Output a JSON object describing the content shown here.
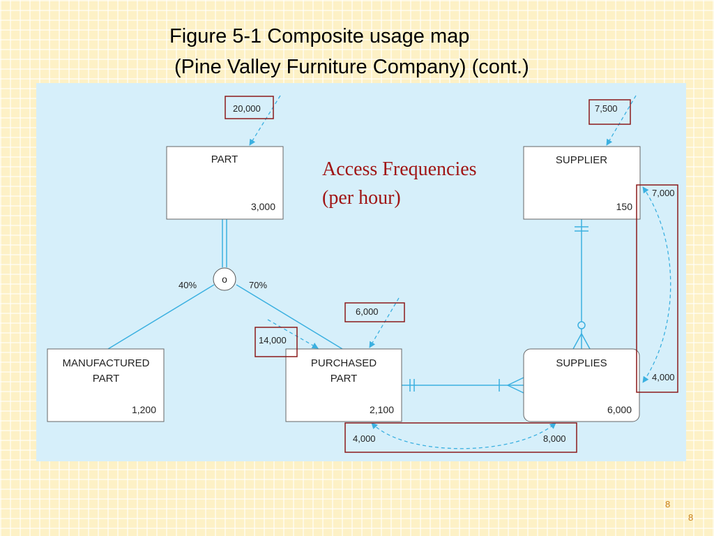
{
  "slide": {
    "title_line1": "Figure 5-1 Composite usage map",
    "title_line2": "(Pine Valley Furniture Company) (cont.)",
    "page_number_a": "8",
    "page_number_b": "8"
  },
  "annotation": {
    "line1": "Access Frequencies",
    "line2": "(per hour)"
  },
  "entities": {
    "part": {
      "name": "PART",
      "volume": "3,000"
    },
    "supplier": {
      "name": "SUPPLIER",
      "volume": "150"
    },
    "manufactured_part": {
      "name_line1": "MANUFACTURED",
      "name_line2": "PART",
      "volume": "1,200"
    },
    "purchased_part": {
      "name_line1": "PURCHASED",
      "name_line2": "PART",
      "volume": "2,100"
    },
    "supplies": {
      "name": "SUPPLIES",
      "volume": "6,000"
    }
  },
  "subtype": {
    "symbol": "o",
    "pct_manufactured": "40%",
    "pct_purchased": "70%"
  },
  "access_frequencies": {
    "part_direct": "20,000",
    "supplier_direct": "7,500",
    "purchased_part_direct": "6,000",
    "part_to_purchased_part": "14,000",
    "supplier_to_supplies": "7,000",
    "supplies_to_supplier": "4,000",
    "supplies_to_purchased_part": "4,000",
    "purchased_part_to_supplies": "8,000"
  },
  "colors": {
    "background": "#fdf1c6",
    "panel": "#d6effa",
    "highlight_box": "#8b1a1a",
    "connector": "#3bb0e0",
    "annotation_text": "#a01515",
    "page_number": "#c9801c"
  }
}
